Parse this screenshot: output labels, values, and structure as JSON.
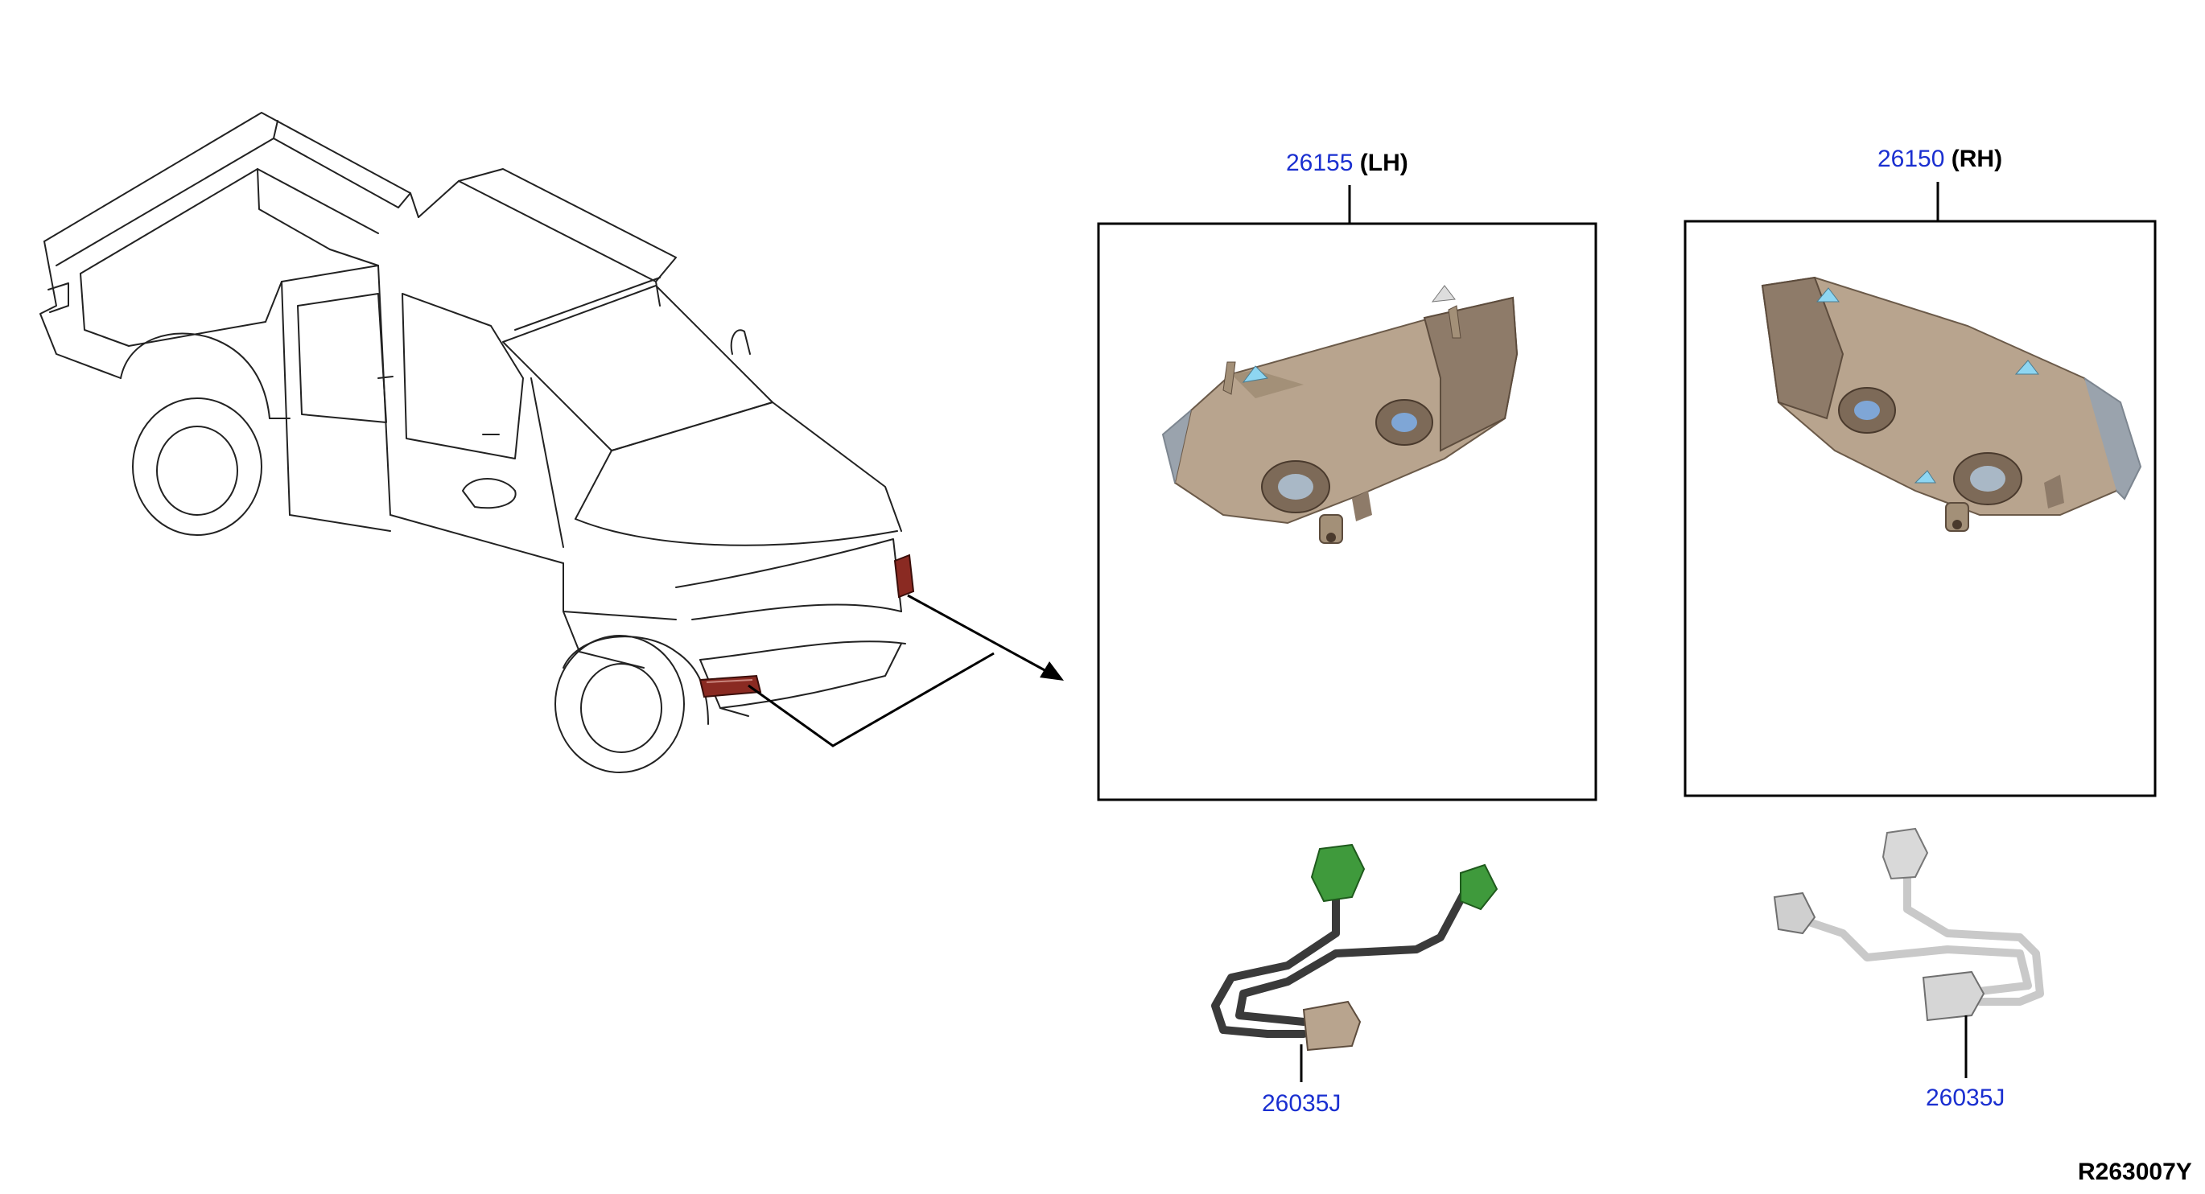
{
  "callouts": {
    "lh": {
      "part_number": "26155",
      "side": "(LH)"
    },
    "rh": {
      "part_number": "26150",
      "side": "(RH)"
    },
    "harness_lh": {
      "part_number": "26035J"
    },
    "harness_rh": {
      "part_number": "26035J"
    }
  },
  "diagram_code": "R263007Y",
  "colors": {
    "part_number": "#1a2fd0",
    "lamp_body": "#b8a48e",
    "lamp_shadow": "#7d6a58",
    "highlight": "#8a2a22",
    "connector_green": "#3f9a3c",
    "wire_dark": "#3a3a3a",
    "wire_light": "#c9c9c9"
  }
}
